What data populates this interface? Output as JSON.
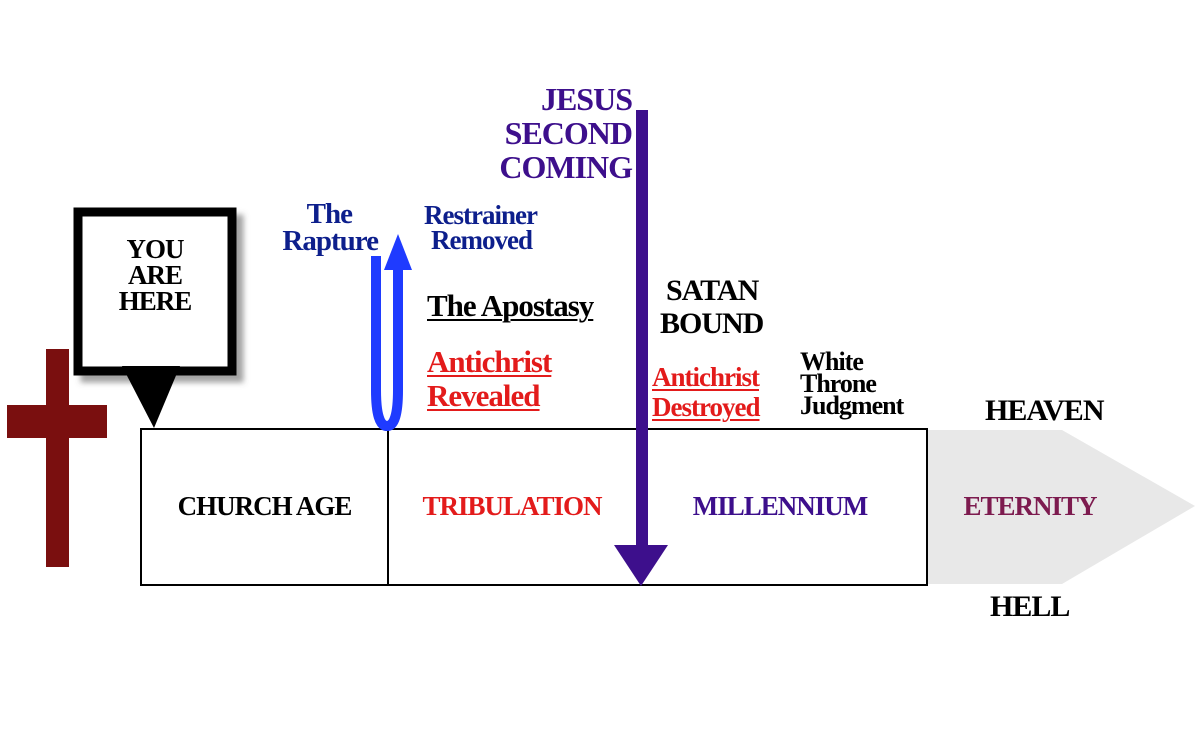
{
  "colors": {
    "navy": "#0d1f8c",
    "purple": "#3d0f8c",
    "red": "#e31b1b",
    "maroon": "#8b1a1a",
    "eternity": "#7d1b4f",
    "black": "#000000",
    "arrow_gray": "#e8e8e8",
    "rapture_blue": "#1f3bff"
  },
  "callout": {
    "lines": [
      "YOU",
      "ARE",
      "HERE"
    ]
  },
  "timeline": {
    "church_age": "CHURCH AGE",
    "tribulation": "TRIBULATION",
    "millennium": "MILLENNIUM",
    "eternity": "ETERNITY"
  },
  "events": {
    "second_coming": [
      "JESUS",
      "SECOND",
      "COMING"
    ],
    "rapture": [
      "The",
      "Rapture"
    ],
    "restrainer": [
      "Restrainer",
      "Removed"
    ],
    "apostasy": "The Apostasy",
    "antichrist_revealed": [
      "Antichrist",
      "Revealed"
    ],
    "satan_bound": [
      "SATAN",
      "BOUND"
    ],
    "antichrist_destroyed": [
      "Antichrist",
      "Destroyed"
    ],
    "white_throne": [
      "White",
      "Throne",
      "Judgment"
    ]
  },
  "destinations": {
    "heaven": "HEAVEN",
    "hell": "HELL"
  },
  "icons": [
    "cross-icon",
    "rapture-arrow-icon",
    "second-coming-arrow-icon"
  ]
}
